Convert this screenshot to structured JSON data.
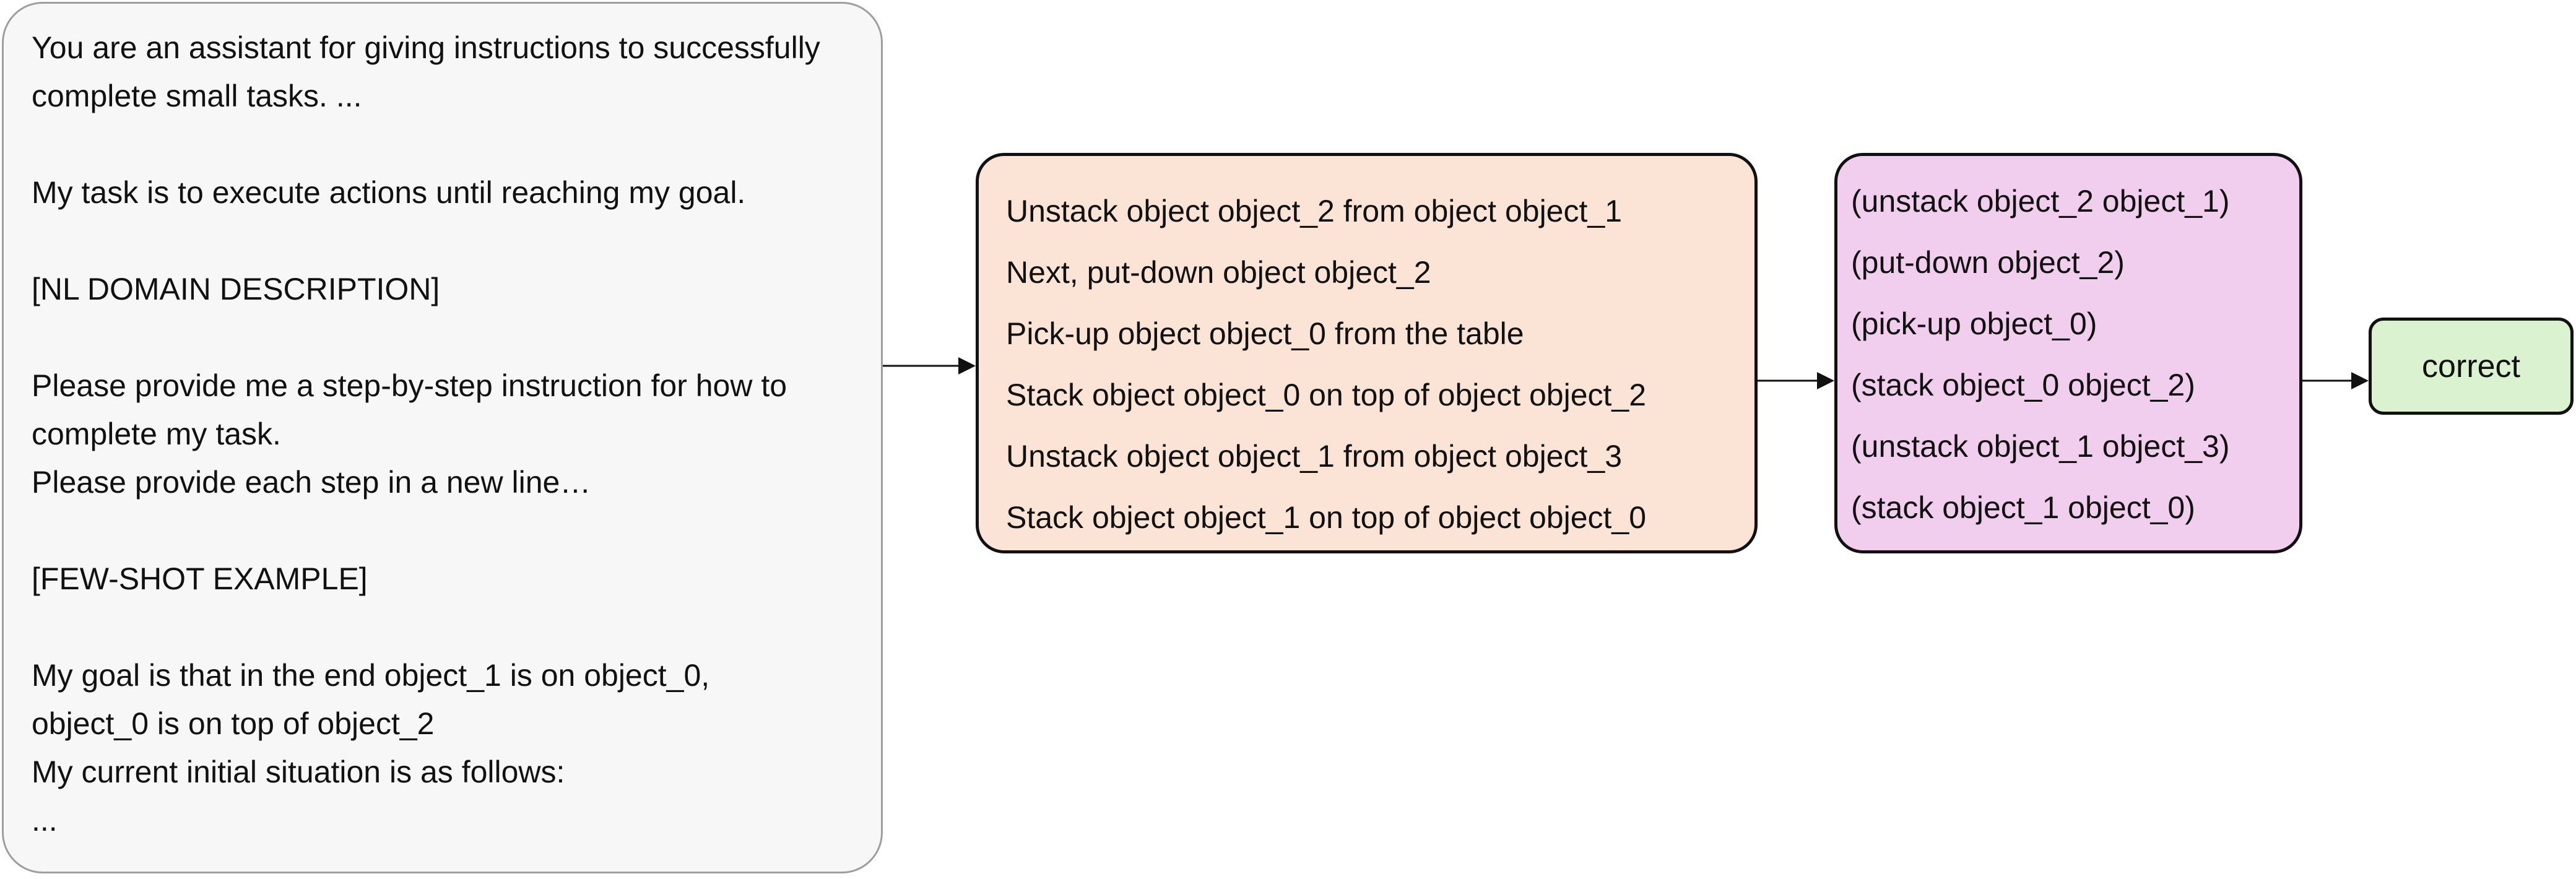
{
  "prompt": {
    "lines": [
      "You are an assistant for giving instructions to successfully",
      "complete small tasks. ...",
      "",
      "My task is to execute actions until reaching my goal.",
      "",
      "[NL DOMAIN DESCRIPTION]",
      "",
      "Please provide me a step-by-step instruction for how to",
      "complete my task.",
      "Please provide each step in a new line…",
      "",
      "[FEW-SHOT EXAMPLE]",
      "",
      "My goal is that in the end object_1 is on object_0,",
      "object_0 is on top of object_2",
      "My current initial situation is as follows:",
      "..."
    ]
  },
  "nl_plan": {
    "steps": [
      "Unstack object object_2 from object object_1",
      "Next, put-down object object_2",
      "Pick-up object object_0 from the table",
      "Stack object object_0 on top of object object_2",
      "Unstack object object_1 from object object_3",
      "Stack object object_1 on top of object object_0"
    ]
  },
  "pddl_plan": {
    "steps": [
      "(unstack object_2 object_1)",
      "(put-down object_2)",
      "(pick-up object_0)",
      "(stack object_0 object_2)",
      "(unstack object_1 object_3)",
      "(stack object_1 object_0)"
    ]
  },
  "result": {
    "label": "correct"
  },
  "colors": {
    "prompt_fill": "#f7f7f7",
    "nl_fill": "#fbe3d6",
    "pddl_fill": "#f1cdee",
    "result_fill": "#daf2d0"
  }
}
